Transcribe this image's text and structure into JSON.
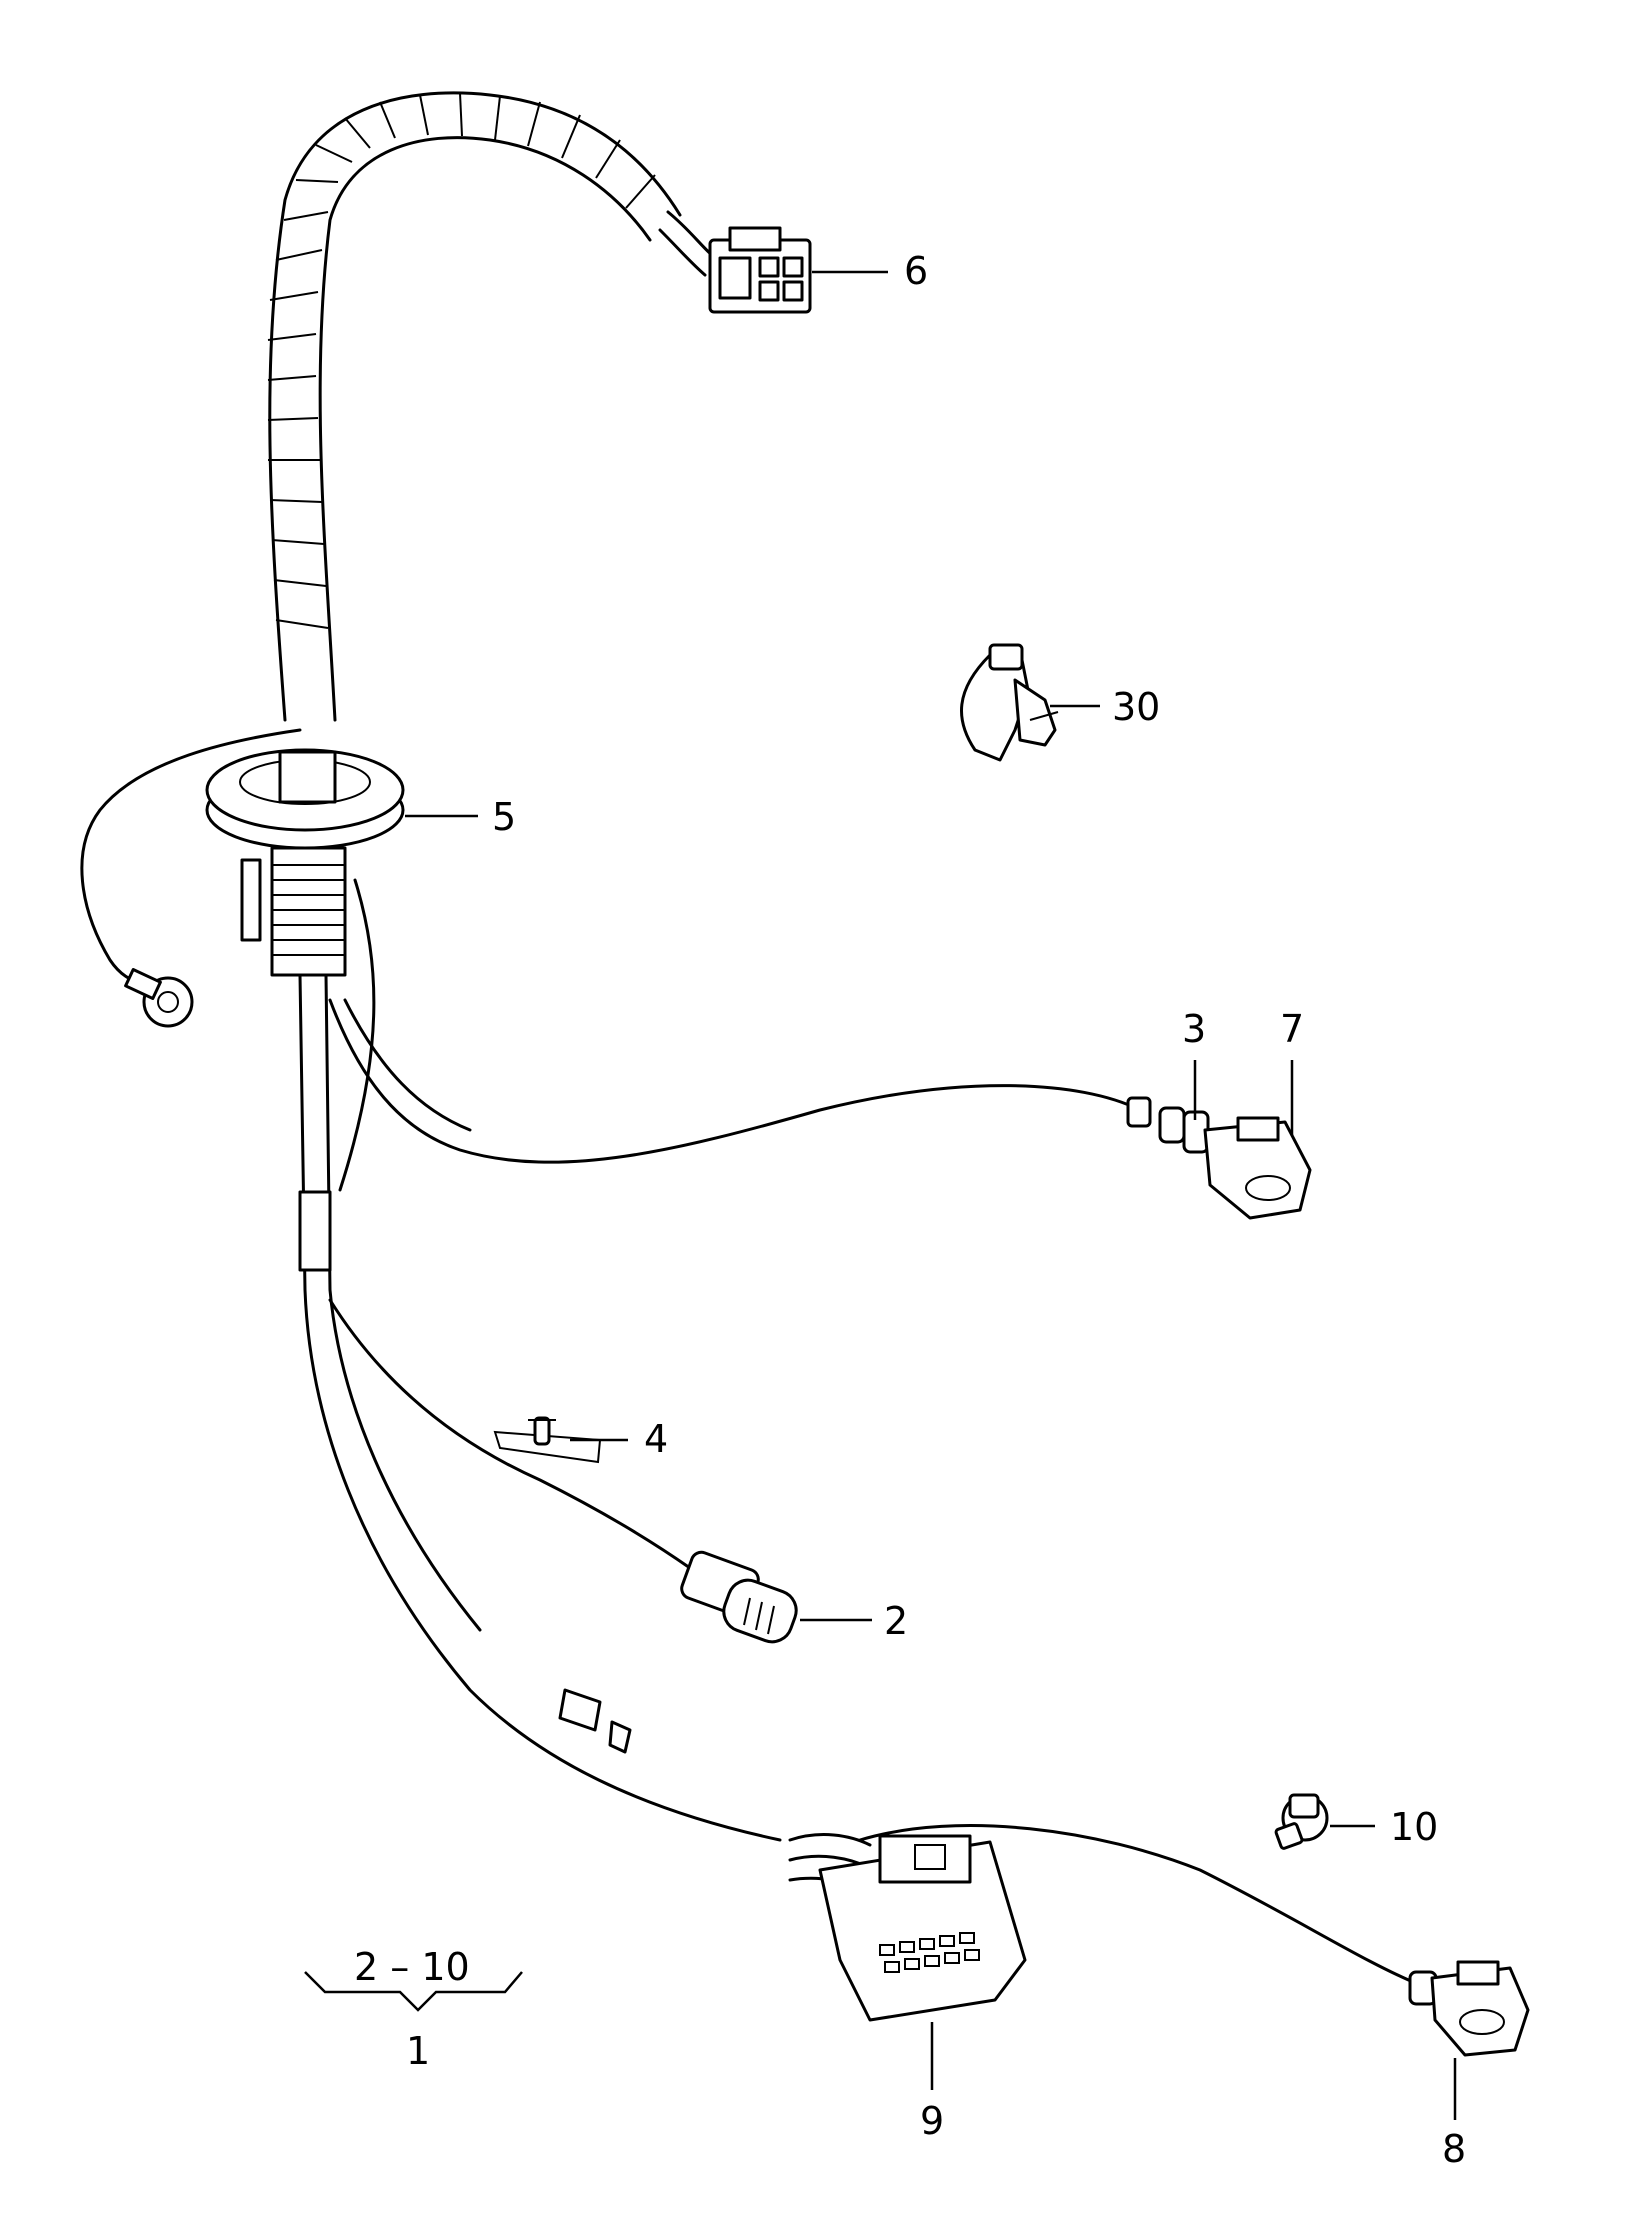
{
  "callouts": {
    "c6": "6",
    "c30": "30",
    "c5": "5",
    "c3": "3",
    "c7": "7",
    "c4": "4",
    "c2": "2",
    "c10": "10",
    "c9": "9",
    "c8": "8",
    "range": "2 – 10",
    "assembly": "1"
  }
}
